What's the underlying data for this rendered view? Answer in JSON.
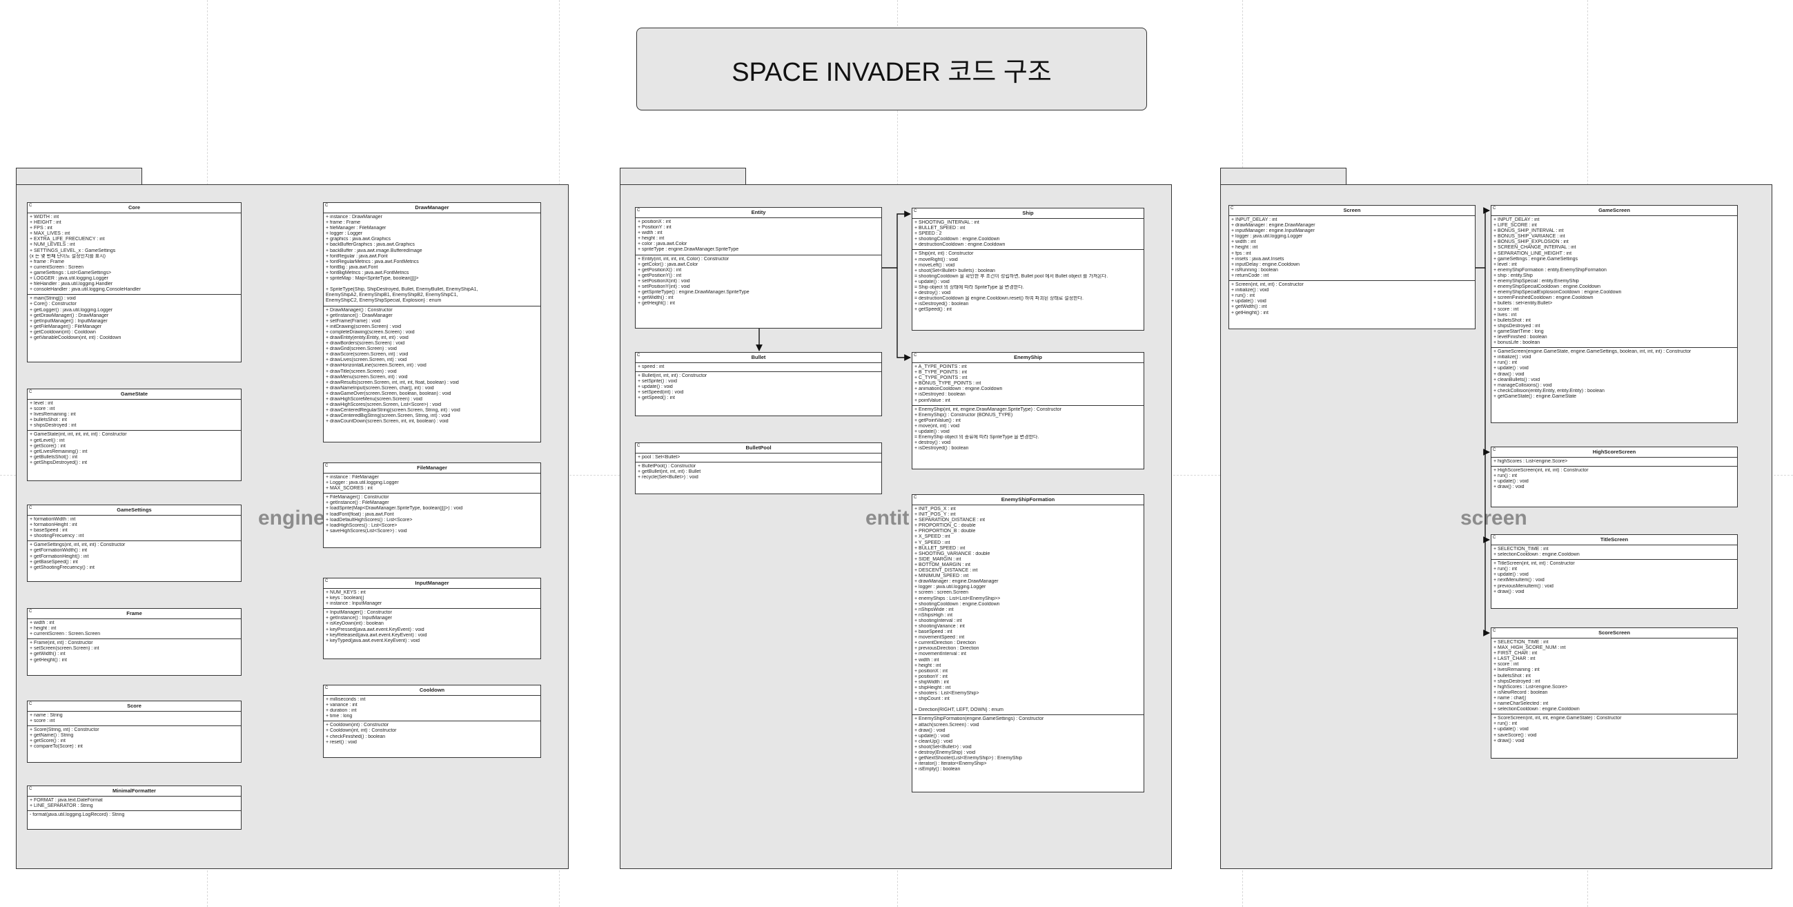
{
  "title": "SPACE INVADER 코드 구조",
  "packages": {
    "engine": {
      "label": "engine"
    },
    "entity": {
      "label": "entit"
    },
    "screen": {
      "label": "screen"
    }
  },
  "classes": {
    "core": {
      "name": "Core",
      "stereo": "C",
      "attrs": [
        "+ WIDTH : int",
        "+ HEIGHT : int",
        "+ FPS : int",
        "+ MAX_LIVES : int",
        "+ EXTRA_LIFE_FRECUENCY : int",
        "+ NUM_LEVELS : int",
        "+ SETTINGS_LEVEL_x : GameSettings",
        "(x 는 몇 번째 난이도 설정인지를 표시)",
        "+ frame : Frame",
        "+ currentScreen : Screen",
        "+ gameSettings : List<GameSettings>",
        "+ LOGGER : java.util.logging.Logger",
        "+ fileHandler : java.util.logging.Handler",
        "+ consoleHandler : java.util.logging.ConsoleHandler"
      ],
      "methods": [
        "+ main(String[]) : void",
        "+ Core() : Constructor",
        "+ getLogger() : java.util.logging.Logger",
        "+ getDrawManager() : DrawManager",
        "+ getInputManager() : InputManager",
        "+ getFileManager() : FileManager",
        "+ getCooldown(int) : Cooldown",
        "+ getVariableCooldown(int, int) : Cooldown"
      ]
    },
    "gamestate": {
      "name": "GameState",
      "stereo": "C",
      "attrs": [
        "+ level : int",
        "+ score : int",
        "+ livesRemaining : int",
        "+ bulletsShot : int",
        "+ shipsDestroyed : int"
      ],
      "methods": [
        "+ GameState(int, int, int, int, int) : Constructor",
        "+ getLevel() : int",
        "+ getScore() : int",
        "+ getLivesRemaining() : int",
        "+ getBulletsShot() : int",
        "+ getShipsDestroyed() : int"
      ]
    },
    "gamesettings": {
      "name": "GameSettings",
      "stereo": "C",
      "attrs": [
        "+ formationWidth : int",
        "+ formationHeight : int",
        "+ baseSpeed : int",
        "+ shootingFrecuency : int"
      ],
      "methods": [
        "+ GameSettings(int, int, int, int) : Constructor",
        "+ getFormationWidth() : int",
        "+ getFormationHeight() : int",
        "+ getBaseSpeed() : int",
        "+ getShootingFrecuency() : int"
      ]
    },
    "frame": {
      "name": "Frame",
      "stereo": "C",
      "attrs": [
        "+ width : int",
        "+ height : int",
        "+ currentScreen : Screen.Screen"
      ],
      "methods": [
        "+ Frame(int, int) : Constructor",
        "+ setScreen(screen.Screen) : int",
        "+ getWidth() : int",
        "+ getHeight() : int"
      ]
    },
    "score": {
      "name": "Score",
      "stereo": "C",
      "attrs": [
        "+ name : String",
        "+ score : int"
      ],
      "methods": [
        "+ Score(String, int) : Constructor",
        "+ getName() : String",
        "+ getScore() : int",
        "+ compareTo(Score) : int"
      ]
    },
    "minimalformatter": {
      "name": "MinimalFormatter",
      "stereo": "C",
      "attrs": [
        "+ FORMAT : java.text.DateFormat",
        "+ LINE_SEPARATOR : String"
      ],
      "methods": [
        "- format(java.util.logging.LogRecord) : String"
      ]
    },
    "drawmanager": {
      "name": "DrawManager",
      "stereo": "C",
      "attrs": [
        "+ instance : DrawManager",
        "+ frame : Frame",
        "+ fileManager : FileManager",
        "+ logger : Logger",
        "+ graphics : java.awt.Graphics",
        "+ backBufferGraphics : java.awt.Graphics",
        "+ backBuffer : java.awt.image.BufferedImage",
        "+ fontRegular : java.awt.Font",
        "+ fontRegularMetrics : java.awt.FontMetrics",
        "+ fontBig : java.awt.Font",
        "+ fontBigMetrics : java.awt.FontMetrics",
        "+ spriteMap : Map<SpriteType, boolean[][]>",
        "",
        "+ SpriteType{Ship, ShipDestroyed, Bullet, EnemyBullet, EnemyShipA1,",
        "  EnemyShipA2, EnemyShipB1, EnemyShipB2, EnemyShipC1,",
        "  EnemyShipC2, EnemyShipSpecial, Explosion} : enum"
      ],
      "methods": [
        "+ DrawManager() : Constructor",
        "+ getInstance() : DrawManager",
        "+ setFrame(Frame) : void",
        "+ initDrawing(screen.Screen) : void",
        "+ completeDrawing(screen.Screen) : void",
        "+ drawEntity(entity.Entity, int, int) : void",
        "+ drawBorders(screen.Screen) : void",
        "+ drawGrid(screen.Screen) : void",
        "+ drawScore(screen.Screen, int) : void",
        "+ drawLives(screen.Screen, int) : void",
        "+ drawHorizontalLine(screen.Screen, int) : void",
        "+ drawTitle(screen.Screen) : void",
        "+ drawMenu(screen.Screen, int) : void",
        "+ drawResults(screen.Screen, int, int, int, float, boolean) : void",
        "+ drawNameInput(screen.Screen, char[], int) : void",
        "+ drawGameOver(screen.Screen, boolean, boolean) : void",
        "+ drawHighScoreMenu(screen.Screen) : void",
        "+ drawHighScores(screen.Screen, List<Score>) : void",
        "+ drawCenteredRegularString(screen.Screen, String, int) : void",
        "+ drawCenteredBigString(screen.Screen, String, int) : void",
        "+ drawCountDown(screen.Screen, int, int, boolean) : void"
      ]
    },
    "filemanager": {
      "name": "FileManager",
      "stereo": "C",
      "attrs": [
        "+ instance : FileManager",
        "+ Logger : java.util.logging.Logger",
        "+ MAX_SCORES : int"
      ],
      "methods": [
        "+ FileManager() : Constructor",
        "+ getInstance() : FileManager",
        "+ loadSprite(Map<DrawManager.SpriteType, boolean[][]>) : void",
        "+ loadFont(float) : java.awt.Font",
        "+ loadDefaultHighScores() : List<Score>",
        "+ loadHighScores() : List<Score>",
        "+ saveHighScores(List<Score>) : void"
      ]
    },
    "inputmanager": {
      "name": "InputManager",
      "stereo": "C",
      "attrs": [
        "+ NUM_KEYS : int",
        "+ keys : boolean[]",
        "+ instance : InputManager"
      ],
      "methods": [
        "+ InputManager() : Constructor",
        "+ getInstance() : InputManager",
        "+ isKeyDown(int) : boolean",
        "+ keyPressed(java.awt.event.KeyEvent) : void",
        "+ keyReleased(java.awt.event.KeyEvent) : void",
        "+ keyTyped(java.awt.event.KeyEvent) : void"
      ]
    },
    "cooldown": {
      "name": "Cooldown",
      "stereo": "C",
      "attrs": [
        "+ milliseconds : int",
        "+ variance : int",
        "+ duration : int",
        "+ time : long"
      ],
      "methods": [
        "+ Cooldown(int) : Constructor",
        "+ Cooldown(int, int) : Constructor",
        "+ checkFinished() : boolean",
        "+ reset() : void"
      ]
    },
    "entity": {
      "name": "Entity",
      "stereo": "C",
      "attrs": [
        "+ positionX : int",
        "+ PositionY : int",
        "+ width : int",
        "+ height : int",
        "+ color : java.awt.Color",
        "+ spriteType : engine.DrawManager.SpriteType"
      ],
      "methods": [
        "+ Entity(int, int, int, int, Color) : Constructor",
        "+ getColor() : java.awt.Color",
        "+ getPositionX() : int",
        "+ getPositionY() : int",
        "+ setPositionX(int) : void",
        "+ setPositionY(int) : void",
        "+ getSpriteType() : engine.DrawManager.SpriteType",
        "+ getWidth() : int",
        "+ getHeight() : int"
      ]
    },
    "bullet": {
      "name": "Bullet",
      "stereo": "C",
      "attrs": [
        "+ speed : int"
      ],
      "methods": [
        "+ Bullet(int, int, int) : Constructor",
        "+ setSprite() : void",
        "+ update() : void",
        "+ setSpeed(int) : void",
        "+ getSpeed() : int"
      ]
    },
    "bulletpool": {
      "name": "BulletPool",
      "stereo": "C",
      "attrs": [
        "+ pool : Set<Bullet>"
      ],
      "methods": [
        "+ BulletPool() : Constructor",
        "+ getBullet(int, int, int) : Bullet",
        "+ recycle(Set<Bullet>) : void"
      ]
    },
    "ship": {
      "name": "Ship",
      "stereo": "C",
      "attrs": [
        "+ SHOOTING_INTERVAL : int",
        "+ BULLET_SPEED : int",
        "+ SPEED : 2",
        "+ shootingCooldown : engine.Cooldown",
        "+ destructionCooldown : engine.Cooldown"
      ],
      "methods": [
        "+ Ship(int, int) : Constructor",
        "+ moveRight() : void",
        "+ moveLeft() : void",
        "+ shoot(Set<Bullet> bullets) : boolean",
        "= shootingCooldown 을 확인한 후 조건이 성립하면, Bullet pool 에서 Bullet object 를 가져온다.",
        "+ update() : void",
        "= Ship object 의 상태에 따라 SpriteType 을 변경한다.",
        "+ destroy() : void",
        "= destructionCooldown 을 engine.Cooldown.reset() 하여 파괴된 상태로 설정한다.",
        "+ isDestroyed() : boolean",
        "+ getSpeed() : int"
      ]
    },
    "enemyship": {
      "name": "EnemyShip",
      "stereo": "C",
      "attrs": [
        "+ A_TYPE_POINTS : int",
        "+ B_TYPE_POINTS : int",
        "+ C_TYPE_POINTS : int",
        "+ BONUS_TYPE_POINTS : int",
        "+ animationCooldown : engine.Cooldown",
        "+ isDestroyed : boolean",
        "+ pointValue : int"
      ],
      "methods": [
        "+ EnemyShip(int, int, engine.DrawManager.SpriteType) : Constructor",
        "+ EnemyShip() : Constructor (BONUS_TYPE)",
        "+ getPointValue() : int",
        "+ move(int, int) : void",
        "+ update() : void",
        "= EnemyShip object 의 종류에 따라 SpriteType 을 변경한다.",
        "+ destroy() : void",
        "+ isDestroyed() : boolean"
      ]
    },
    "enemyshipformation": {
      "name": "EnemyShipFormation",
      "stereo": "C",
      "attrs": [
        "+ INIT_POS_X : int",
        "+ INIT_POS_Y : int",
        "+ SEPARATION_DISTANCE : int",
        "+ PROPORTION_C : double",
        "+ PROPORTION_B : double",
        "+ X_SPEED : int",
        "+ Y_SPEED : int",
        "+ BULLET_SPEED : int",
        "+ SHOOTING_VARIANCE : double",
        "+ SIDE_MARGIN : int",
        "+ BOTTOM_MARGIN : int",
        "+ DESCENT_DISTANCE : int",
        "+ MINIMUM_SPEED : int",
        "+ drawManager : engine.DrawManager",
        "+ logger : java.util.logging.Logger",
        "+ screen : screen.Screen",
        "+ enemyShips : List<List<EnemyShip>>",
        "+ shootingCooldown : engine.Cooldown",
        "+ nShipsWide : int",
        "+ nShipsHigh : int",
        "+ shootingInterval : int",
        "+ shootingVariance : int",
        "+ baseSpeed : int",
        "+ movementSpeed : int",
        "+ currentDirection : Direction",
        "+ previousDirection : Direction",
        "+ movementInterval : int",
        "+ width : int",
        "+ height : int",
        "+ positionX : int",
        "+ positionY : int",
        "+ shipWidth : int",
        "+ shipHeight : int",
        "+ shooters : List<EnemyShip>",
        "+ shipCount : int",
        "",
        "+ Direction{RIGHT, LEFT, DOWN} : enum"
      ],
      "methods": [
        "+ EnemyShipFormation(engine.GameSettings) : Constructor",
        "+ attach(screen.Screen) : void",
        "+ draw() : void",
        "+ update() : void",
        "+ cleanUp() : void",
        "+ shoot(Set<Bullet>) : void",
        "+ destroy(EnemyShip) : void",
        "+ getNextShooter(List<EnemyShip>) : EnemyShip",
        "+ iterator() : Iterator<EnemyShip>",
        "+ isEmpty() : boolean"
      ]
    },
    "screen": {
      "name": "Screen",
      "stereo": "C",
      "attrs": [
        "+ INPUT_DELAY : int",
        "+ drawManager : engine.DrawManager",
        "+ inputManager : engine.InputManager",
        "+ logger : java.util.logging.Logger",
        "+ width : int",
        "+ height : int",
        "+ fps : int",
        "+ insets : java.awt.Insets",
        "+ inputDelay : engine.Cooldown",
        "+ isRunning : boolean",
        "+ returnCode : int"
      ],
      "methods": [
        "+ Screen(int, int, int) : Constructor",
        "+ initialize() : void",
        "+ run() : int",
        "+ update() : void",
        "+ getWidth() : int",
        "+ getHeight() : int"
      ]
    },
    "gamescreen": {
      "name": "GameScreen",
      "stereo": "C",
      "attrs": [
        "+ INPUT_DELAY : int",
        "+ LIFE_SCORE : int",
        "+ BONUS_SHIP_INTERVAL : int",
        "+ BONUS_SHIP_VARIANCE : int",
        "+ BONUS_SHIP_EXPLOSION : int",
        "+ SCREEN_CHANGE_INTERVAL : int",
        "+ SEPARATION_LINE_HEIGHT : int",
        "+ gameSettings : engine.GameSettings",
        "+ level : int",
        "+ enemyShipFormation : entity.EnemyShipFormation",
        "+ ship : entity.Ship",
        "+ enemyShipSpecial : entity.EnemyShip",
        "+ enemyShipSpecialCooldown : engine.Cooldown",
        "+ enemyShipSpecialExplosionCooldown : engine.Cooldown",
        "+ screenFinishedCooldown : engine.Cooldown",
        "+ bullets : set<entity.Bullet>",
        "+ score : int",
        "+ lives : int",
        "+ bulletsShot : int",
        "+ shipsDestroyed : int",
        "+ gameStartTime : long",
        "+ levelFinished : boolean",
        "+ bonusLife : boolean"
      ],
      "methods": [
        "+ GameScreen(engine.GameState, engine.GameSettings, boolean, int, int, int) : Constructor",
        "+ initialize() : void",
        "+ run() : int",
        "+ update() : void",
        "+ draw() : void",
        "+ cleanBullets() : void",
        "+ manageCollisions() : void",
        "+ checkCollision(entity.Entity, entity.Entity) : boolean",
        "+ getGameState() : engine.GameState"
      ]
    },
    "highscorescreen": {
      "name": "HighScoreScreen",
      "stereo": "C",
      "attrs": [
        "+ highScores : List<engine.Score>"
      ],
      "methods": [
        "+ HighScoreScreen(int, int, int) : Constructor",
        "+ run() : int",
        "+ update() : void",
        "+ draw() : void"
      ]
    },
    "titlescreen": {
      "name": "TitleScreen",
      "stereo": "C",
      "attrs": [
        "+ SELECTION_TIME : int",
        "+ selectionCooldown : engine.Cooldown"
      ],
      "methods": [
        "+ TitleScreen(int, int, int) : Constructor",
        "+ run() : int",
        "+ update() : void",
        "+ nextMenuItem() : void",
        "+ previousMenuItem() : void",
        "+ draw() : void"
      ]
    },
    "scorescreen": {
      "name": "ScoreScreen",
      "stereo": "C",
      "attrs": [
        "+ SELECTION_TIME : int",
        "+ MAX_HIGH_SCORE_NUM : int",
        "+ FIRST_CHAR : int",
        "+ LAST_CHAR : int",
        "+ score : int",
        "+ livesRemaining : int",
        "+ bulletsShot : int",
        "+ shipsDestroyed : int",
        "+ highScores : List<engine.Score>",
        "+ isNewRecord : boolean",
        "+ name : char[]",
        "+ nameCharSelected : int",
        "+ selectionCooldown : engine.Cooldown"
      ],
      "methods": [
        "+ ScoreScreen(int, int, int, engine.GameState) : Constructor",
        "+ run() : int",
        "+ update() : void",
        "+ saveScore() : void",
        "+ draw() : void"
      ]
    }
  }
}
